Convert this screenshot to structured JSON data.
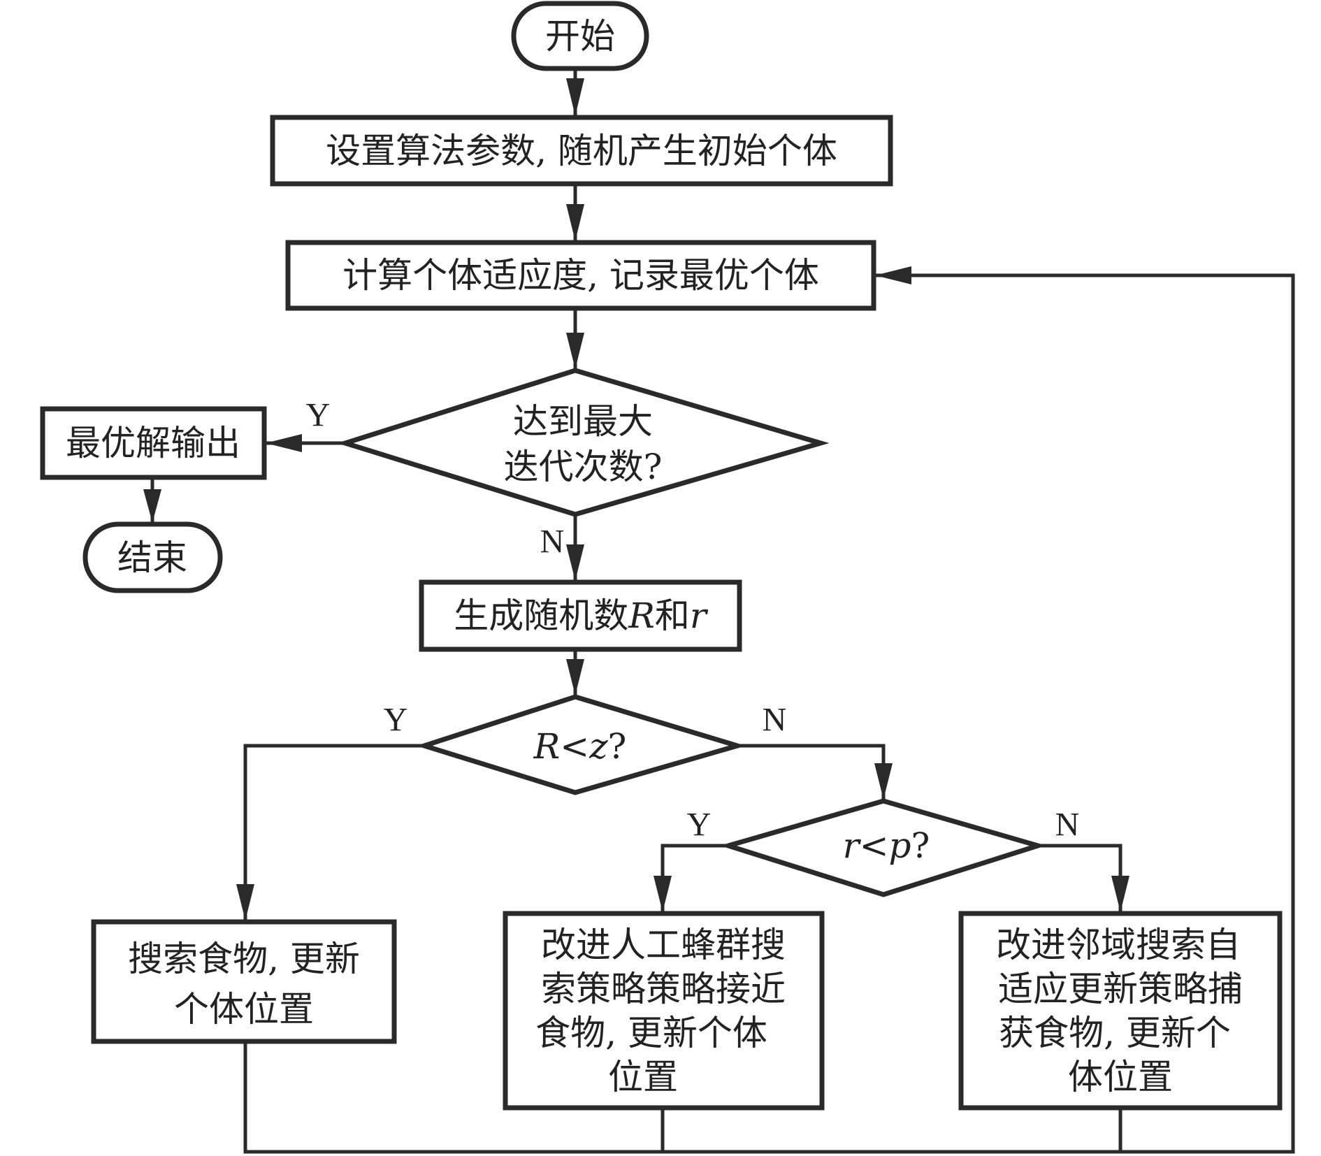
{
  "title": "改进算法流程图",
  "nodes": {
    "start": "开始",
    "init": "设置算法参数, 随机产生初始个体",
    "fitness": "计算个体适应度, 记录最优个体",
    "max_iter": [
      "达到最大",
      "迭代次数?"
    ],
    "output": "最优解输出",
    "end": "结束",
    "random": {
      "prefix": "生成随机数",
      "R": "R",
      "mid": "和",
      "r": "r"
    },
    "cond_R": {
      "R": "R",
      "op": "<",
      "z": "z",
      "q": "?"
    },
    "cond_r": {
      "r": "r",
      "op": "<",
      "p": "p",
      "q": "?"
    },
    "search_food": [
      "搜索食物, 更新",
      "个体位置"
    ],
    "abc_search": [
      "改进人工蜂群搜",
      "索策略策略接近",
      "食物, 更新个体",
      "位置"
    ],
    "neighborhood": [
      "改进邻域搜索自",
      "适应更新策略捕",
      "获食物, 更新个",
      "体位置"
    ]
  },
  "branch_labels": {
    "max_iter_yes": "Y",
    "max_iter_no": "N",
    "cond_R_yes": "Y",
    "cond_R_no": "N",
    "cond_r_yes": "Y",
    "cond_r_no": "N"
  },
  "colors": {
    "stroke": "#2a2a2a",
    "text": "#222222",
    "background": "#ffffff"
  }
}
